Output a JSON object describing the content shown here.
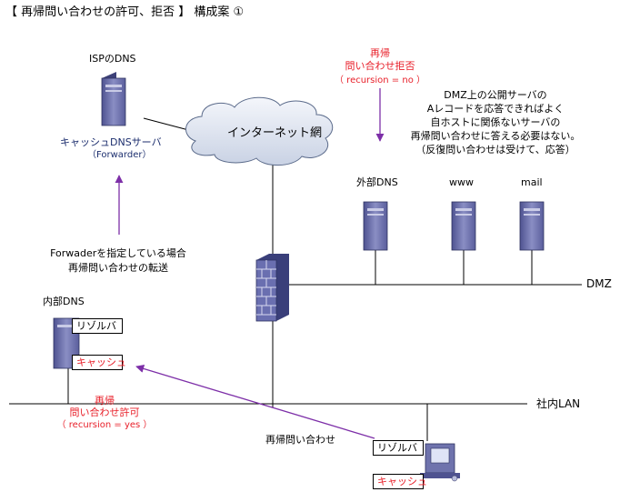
{
  "title": "【 再帰問い合わせの許可、拒否 】 構成案 ①",
  "internet": "インターネット網",
  "isp": {
    "label": "ISPのDNS",
    "cache_label": "キャッシュDNSサーバ",
    "forwarder_label": "（Forwarder）"
  },
  "recursion_deny": {
    "line1": "再帰",
    "line2": "問い合わせ拒否",
    "line3": "（ recursion = no ）"
  },
  "dmz_note": {
    "line1": "DMZ上の公開サーバの",
    "line2": "Aレコードを応答できればよく",
    "line3": "自ホストに関係ないサーバの",
    "line4": "再帰問い合わせに答える必要はない。",
    "line5": "（反復問い合わせは受けて、応答）"
  },
  "servers": {
    "external_dns": "外部DNS",
    "www": "www",
    "mail": "mail"
  },
  "dmz_label": "DMZ",
  "forwarder_note": {
    "line1": "Forwaderを指定している場合",
    "line2": "再帰問い合わせの転送"
  },
  "internal_dns": {
    "label": "内部DNS",
    "resolver": "リゾルバ",
    "cache": "キャッシュ"
  },
  "recursion_allow": {
    "line1": "再帰",
    "line2": "問い合わせ許可",
    "line3": "（ recursion = yes ）"
  },
  "lan_label": "社内LAN",
  "client_query": "再帰問い合わせ",
  "client": {
    "resolver": "リゾルバ",
    "cache": "キャッシュ"
  },
  "colors": {
    "arrow": "#7d2fa8",
    "server_body": "#6f73ad",
    "red_text": "#e8202a",
    "navy_text": "#1c2e6e"
  }
}
